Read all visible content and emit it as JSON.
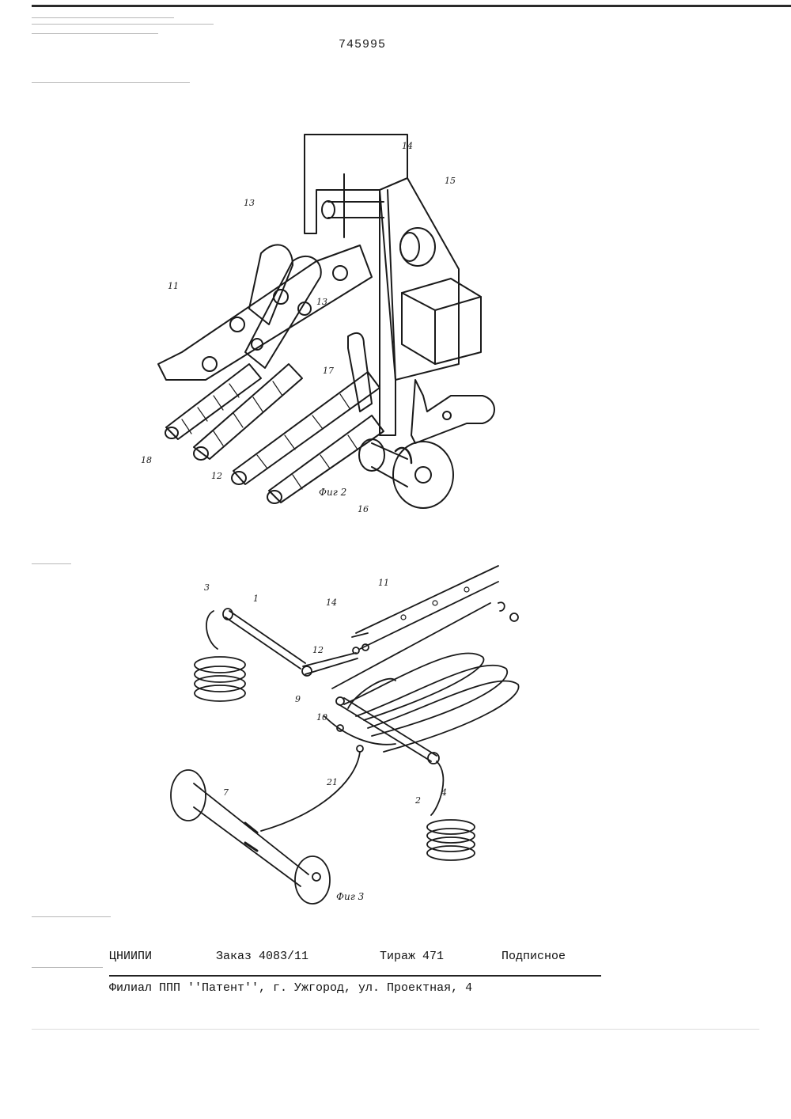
{
  "header": {
    "patent_number": "745995"
  },
  "figures": [
    {
      "caption": "Фиг 2",
      "labels": [
        "14",
        "15",
        "13",
        "13",
        "11",
        "17",
        "18",
        "12",
        "16"
      ]
    },
    {
      "caption": "Фиг 3",
      "labels": [
        "11",
        "14",
        "3",
        "1",
        "12",
        "9",
        "10",
        "21",
        "7",
        "2",
        "4"
      ]
    }
  ],
  "imprint": {
    "org": "ЦНИИПИ",
    "order": "Заказ 4083/11",
    "circulation": "Тираж 471",
    "subscription": "Подписное",
    "branch": "Филиал ППП ''Патент'', г. Ужгород, ул. Проектная, 4"
  }
}
